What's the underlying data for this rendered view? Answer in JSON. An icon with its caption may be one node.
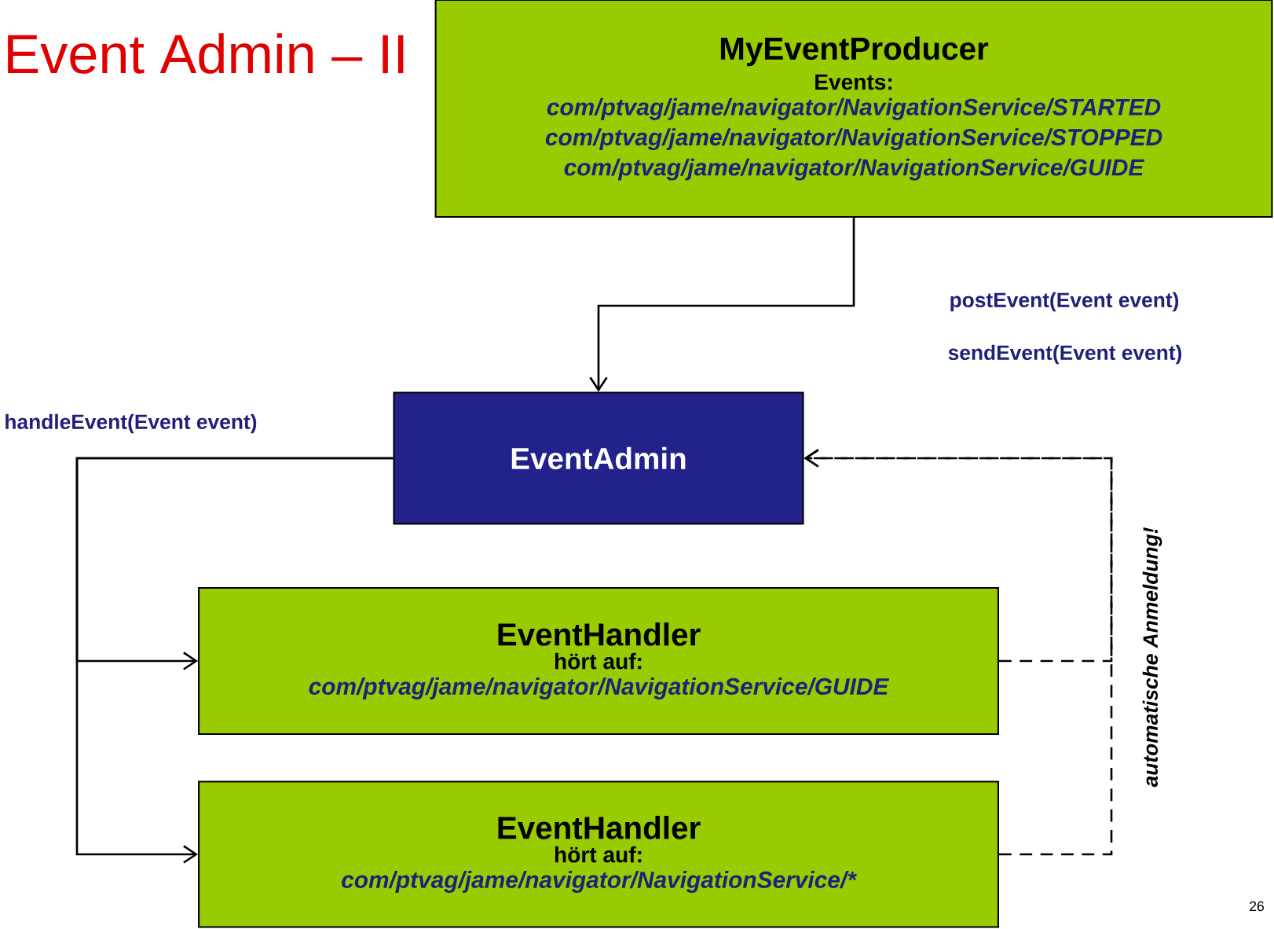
{
  "diagram": {
    "nodes": [
      {
        "text": [
          "MyEventProducer",
          "Events:",
          "com/ptvag/jame/navigator/NavigationService/STARTED",
          "com/ptvag/jame/navigator/NavigationService/STOPPED",
          "com/ptvag/jame/navigator/NavigationService/GUIDE"
        ]
      },
      {
        "text": [
          "EventAdmin"
        ]
      },
      {
        "text": [
          "EventHandler",
          "hört auf:",
          "com/ptvag/jame/navigator/NavigationService/GUIDE"
        ]
      },
      {
        "text": [
          "EventHandler",
          "hört auf:",
          "com/ptvag/jame/navigator/NavigationService/*"
        ]
      }
    ],
    "edges": [
      {
        "from": 0,
        "to": 1,
        "arrow": "to"
      },
      {
        "from": 1,
        "to": 2,
        "arrow": "to"
      },
      {
        "from": 1,
        "to": 3,
        "arrow": "to"
      },
      {
        "from": 2,
        "to": 1,
        "arrow": "to",
        "style": "dashed"
      },
      {
        "from": 3,
        "to": 1,
        "arrow": "to",
        "style": "dashed"
      }
    ],
    "labels": [
      "Event Admin – II",
      "postEvent(Event event)",
      "sendEvent(Event event)",
      "handleEvent(Event event)",
      "automatische Anmeldung!",
      "26"
    ]
  }
}
